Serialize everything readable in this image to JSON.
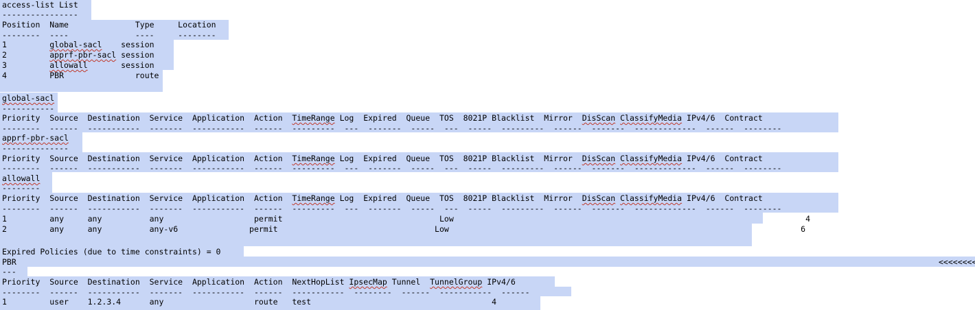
{
  "lines": {
    "l01": "access-list List",
    "l02": "----------------",
    "l03": "Position  Name              Type     Location",
    "l04": "--------  ----              ----     --------",
    "l05a": "1         ",
    "l05b": "global-sacl",
    "l05c": "    session",
    "l06a": "2         ",
    "l06b": "apprf-pbr-sacl",
    "l06c": " session",
    "l07a": "3         ",
    "l07b": "allowall",
    "l07c": "       session",
    "l08": "4         PBR               route",
    "l10": "global-sacl",
    "l11": "-----------",
    "hdr_a": "Priority  Source  Destination  Service  Application  Action  ",
    "hdr_b": "TimeRange",
    "hdr_c": " Log  Expired  Queue  TOS  8021P Blacklist  Mirror  ",
    "hdr_d": "DisScan",
    "hdr_e": " ",
    "hdr_f": "ClassifyMedia",
    "hdr_g": " IPv4/6  Contract",
    "dash1": "--------  ------  -----------  -------  -----------  ------  ---------  ---  -------  -----  ---  -----  ---------  ------  -------  -------------  ------  --------",
    "l14": "apprf-pbr-sacl",
    "l15": "--------------",
    "l18": "allowall",
    "l19": "--------",
    "row1": "1         any     any          any                   permit                                 Low                                                                          4",
    "row2": "2         any     any          any-v6               permit                                 Low                                                                          6",
    "expired": "Expired Policies (due to time constraints) = 0",
    "pbr": "PBR",
    "pbr_tail": "<<<<<<<<",
    "pbr_dash": "---",
    "pbr_hdr_a": "Priority  Source  Destination  Service  Application  Action  NextHopList ",
    "pbr_hdr_b": "IpsecMap",
    "pbr_hdr_c": " Tunnel  ",
    "pbr_hdr_d": "TunnelGroup",
    "pbr_hdr_e": " IPv4/6",
    "pbr_dash2": "--------  ------  -----------  -------  -----------  ------  -----------  --------  ------  -----------  ------",
    "pbr_row": "1         user    1.2.3.4      any                   route   test                                      4"
  }
}
